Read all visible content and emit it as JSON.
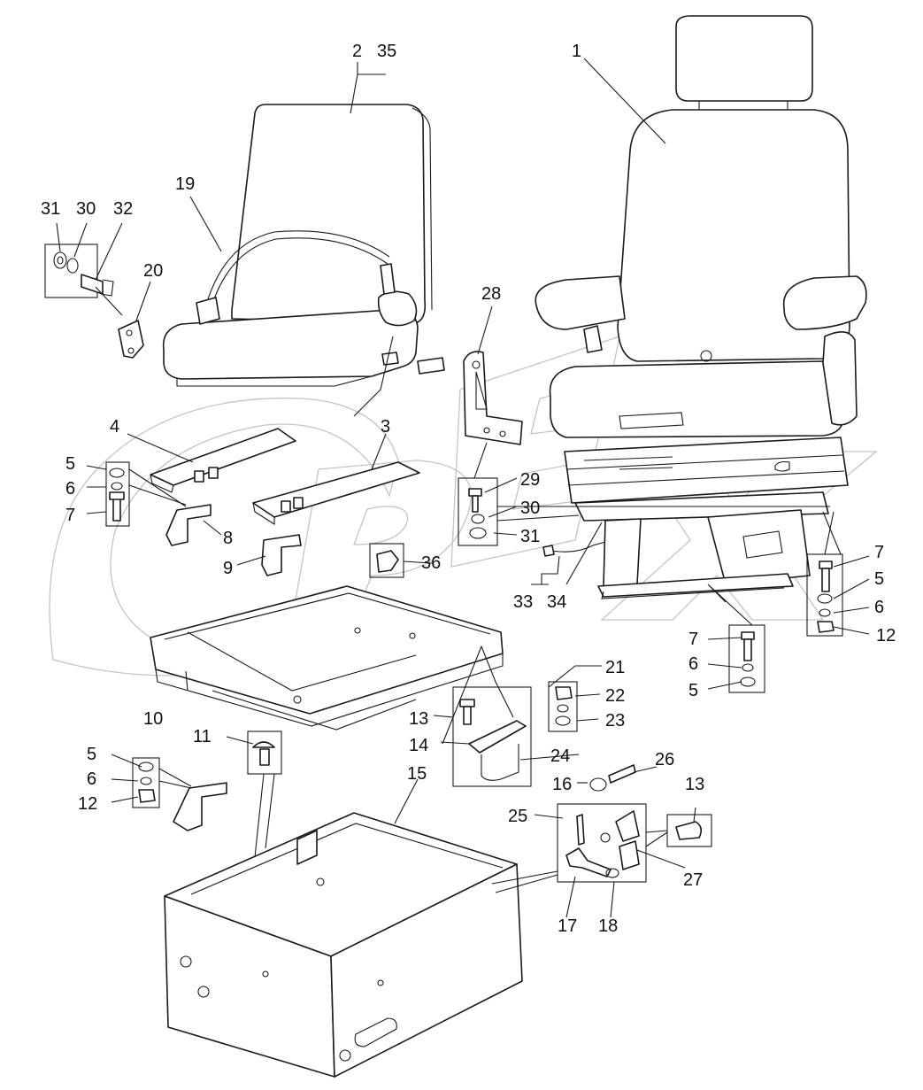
{
  "diagram": {
    "watermark_text": "OPEX",
    "callouts": [
      {
        "id": "c-1",
        "text": "1"
      },
      {
        "id": "c-2",
        "text": "2"
      },
      {
        "id": "c-35",
        "text": "35"
      },
      {
        "id": "c-19",
        "text": "19"
      },
      {
        "id": "c-31a",
        "text": "31"
      },
      {
        "id": "c-30a",
        "text": "30"
      },
      {
        "id": "c-32",
        "text": "32"
      },
      {
        "id": "c-20",
        "text": "20"
      },
      {
        "id": "c-28",
        "text": "28"
      },
      {
        "id": "c-4",
        "text": "4"
      },
      {
        "id": "c-3",
        "text": "3"
      },
      {
        "id": "c-5a",
        "text": "5"
      },
      {
        "id": "c-6a",
        "text": "6"
      },
      {
        "id": "c-7a",
        "text": "7"
      },
      {
        "id": "c-8",
        "text": "8"
      },
      {
        "id": "c-9",
        "text": "9"
      },
      {
        "id": "c-29",
        "text": "29"
      },
      {
        "id": "c-30b",
        "text": "30"
      },
      {
        "id": "c-31b",
        "text": "31"
      },
      {
        "id": "c-36",
        "text": "36"
      },
      {
        "id": "c-33",
        "text": "33"
      },
      {
        "id": "c-34",
        "text": "34"
      },
      {
        "id": "c-7b",
        "text": "7"
      },
      {
        "id": "c-5b",
        "text": "5"
      },
      {
        "id": "c-6b",
        "text": "6"
      },
      {
        "id": "c-12a",
        "text": "12"
      },
      {
        "id": "c-7c",
        "text": "7"
      },
      {
        "id": "c-6c",
        "text": "6"
      },
      {
        "id": "c-5c",
        "text": "5"
      },
      {
        "id": "c-10",
        "text": "10"
      },
      {
        "id": "c-13a",
        "text": "13"
      },
      {
        "id": "c-21",
        "text": "21"
      },
      {
        "id": "c-22",
        "text": "22"
      },
      {
        "id": "c-23",
        "text": "23"
      },
      {
        "id": "c-14",
        "text": "14"
      },
      {
        "id": "c-24",
        "text": "24"
      },
      {
        "id": "c-11",
        "text": "11"
      },
      {
        "id": "c-5d",
        "text": "5"
      },
      {
        "id": "c-6d",
        "text": "6"
      },
      {
        "id": "c-12b",
        "text": "12"
      },
      {
        "id": "c-15",
        "text": "15"
      },
      {
        "id": "c-26",
        "text": "26"
      },
      {
        "id": "c-16",
        "text": "16"
      },
      {
        "id": "c-13b",
        "text": "13"
      },
      {
        "id": "c-25",
        "text": "25"
      },
      {
        "id": "c-27",
        "text": "27"
      },
      {
        "id": "c-17",
        "text": "17"
      },
      {
        "id": "c-18",
        "text": "18"
      }
    ]
  },
  "colors": {
    "line": "#1a1a1a",
    "watermark": "#c4c4c4",
    "background": "#ffffff"
  }
}
